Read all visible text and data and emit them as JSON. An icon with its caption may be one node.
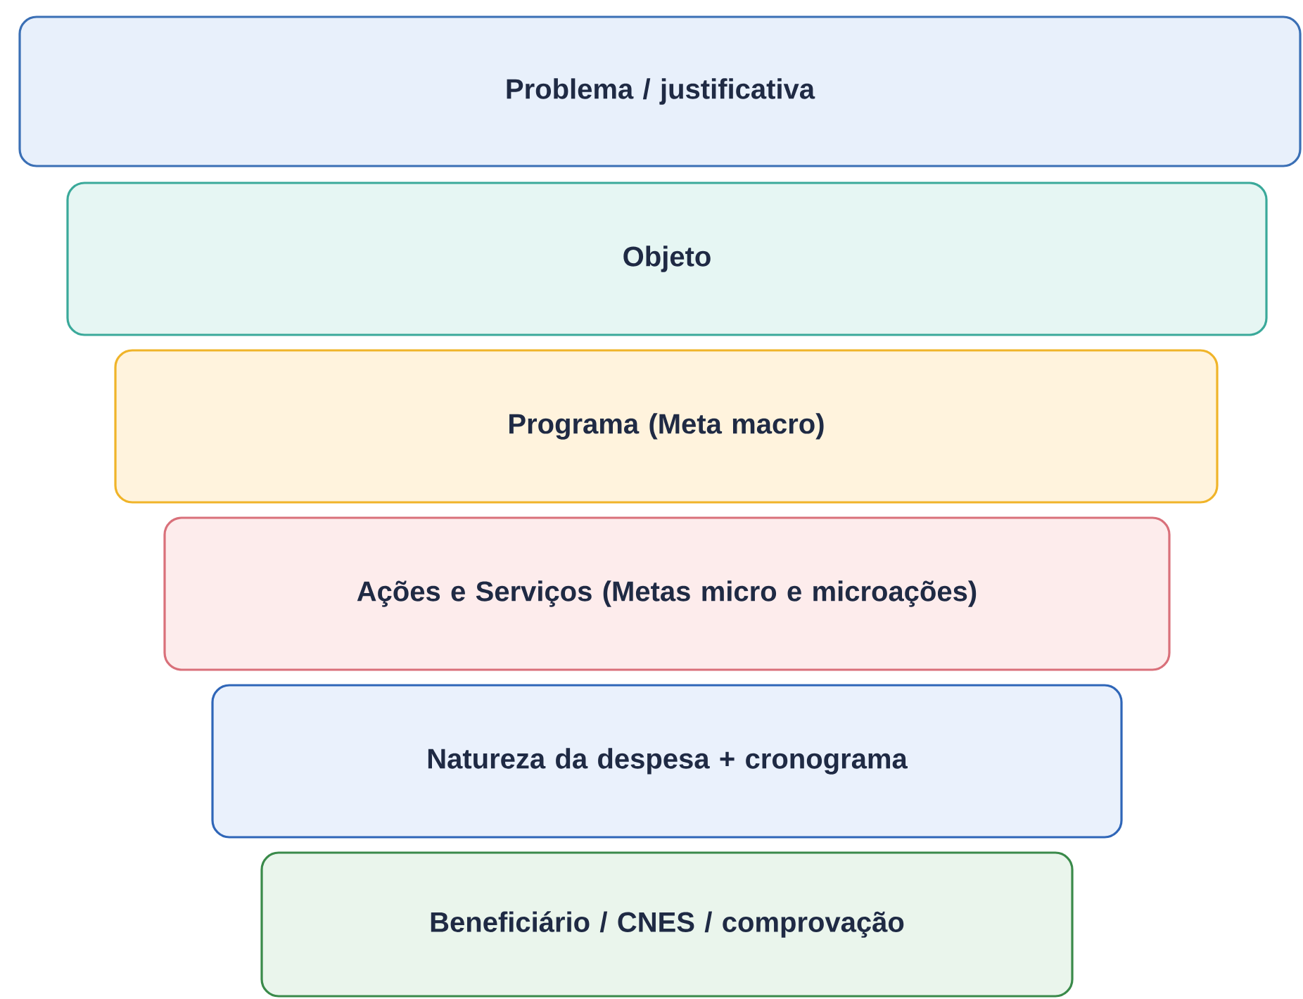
{
  "diagram": {
    "nodes": [
      {
        "text": [
          "Problema / justificativa"
        ]
      },
      {
        "text": [
          "Objeto"
        ]
      },
      {
        "text": [
          "Programa (Meta macro)"
        ]
      },
      {
        "text": [
          "Ações e Serviços (Metas micro e microações)"
        ]
      },
      {
        "text": [
          "Natureza da despesa + cronograma"
        ]
      },
      {
        "text": [
          "Beneficiário / CNES / comprovação"
        ]
      }
    ]
  }
}
